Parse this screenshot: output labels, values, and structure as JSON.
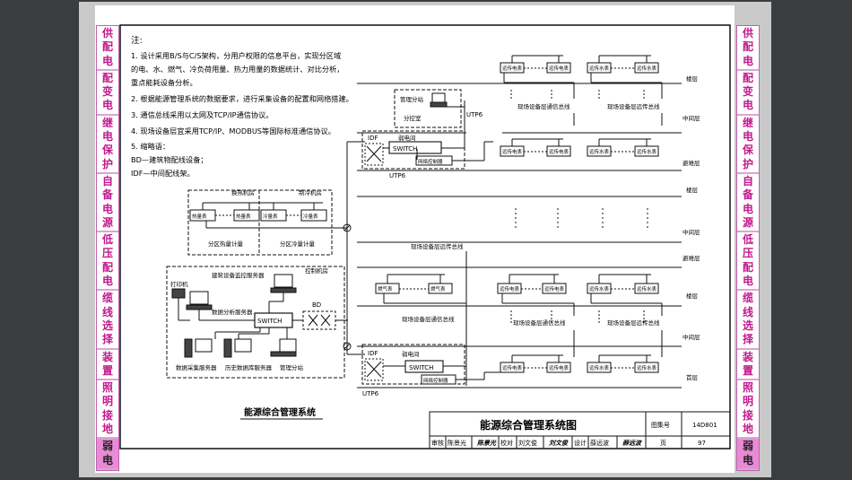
{
  "categories": [
    {
      "chars": [
        "供",
        "配",
        "电"
      ],
      "active": false
    },
    {
      "chars": [
        "配",
        "变",
        "电"
      ],
      "active": false
    },
    {
      "chars": [
        "继",
        "电",
        "保",
        "护"
      ],
      "active": false
    },
    {
      "chars": [
        "自",
        "备",
        "电",
        "源"
      ],
      "active": false
    },
    {
      "chars": [
        "低",
        "压",
        "配",
        "电"
      ],
      "active": false
    },
    {
      "chars": [
        "缆",
        "线",
        "选",
        "择"
      ],
      "active": false
    },
    {
      "chars": [
        "装",
        "置"
      ],
      "active": false
    },
    {
      "chars": [
        "照",
        "明",
        "接",
        "地"
      ],
      "active": false
    },
    {
      "chars": [
        "弱",
        "电"
      ],
      "active": true
    }
  ],
  "notes": {
    "title": "注:",
    "lines": [
      "1.  设计采用B/S与C/S架构，分用户权限的信息平台，实现分区域",
      "     的电、水、燃气、冷负荷用量、热力用量的数据统计、对比分析，",
      "     重点能耗设备分析。",
      "2.  根据能源管理系统的数据要求，进行采集设备的配置和网络搭建。",
      "3.  通信总线采用以太网及TCP/IP通信协议。",
      "4.  现场设备层宜采用TCP/IP、MODBUS等国际标准通信协议。",
      "5.  缩略语：",
      "     BD—建筑物配线设备；",
      "     IDF—中间配线架。"
    ]
  },
  "labels": {
    "switch": "SWITCH",
    "bd": "BD",
    "idf": "IDF",
    "utp6": "UTP6",
    "weak_room": "弱电间",
    "net_controller": "网络控制器",
    "sub_control": "管理分站",
    "sub_control_room": "分控室",
    "heat_room": "换热机房",
    "cool_room": "制冷机房",
    "heat_meter": "热量表",
    "cold_meter": "冷量表",
    "zone_heat": "分区热量计量",
    "zone_cold": "分区冷量计量",
    "control_room": "控制机房",
    "printer": "打印机",
    "bms_server": "建筑设备监控服务器",
    "analysis_server": "数据分析服务器",
    "collect_server": "数据采集服务器",
    "history_server": "历史数据库服务器",
    "mgmt_station": "管理分站",
    "smart_meter": "远传电表",
    "water_meter": "远传水表",
    "gas_meter": "燃气表",
    "bus_comm": "现场设备层通信总线",
    "bus_comm2": "现场设备层通信总线",
    "bus_remote": "现场设备层远传总线",
    "floor": "楼层",
    "mid_floor": "中间层",
    "refuge_floor": "避难层",
    "ground_floor": "首层",
    "subtitle": "能源综合管理系统"
  },
  "title_block": {
    "title": "能源综合管理系统图",
    "atlas_label": "图集号",
    "atlas_no": "14D801",
    "review": "审核",
    "reviewer": "陈景光",
    "check": "校对",
    "checker": "刘文俊",
    "design": "设计",
    "designer": "薛远波",
    "page_label": "页",
    "page_no": "97"
  },
  "colors": {
    "tab_text": "#c2188e",
    "tab_active_bg": "#e88ad5",
    "line": "#111111"
  }
}
